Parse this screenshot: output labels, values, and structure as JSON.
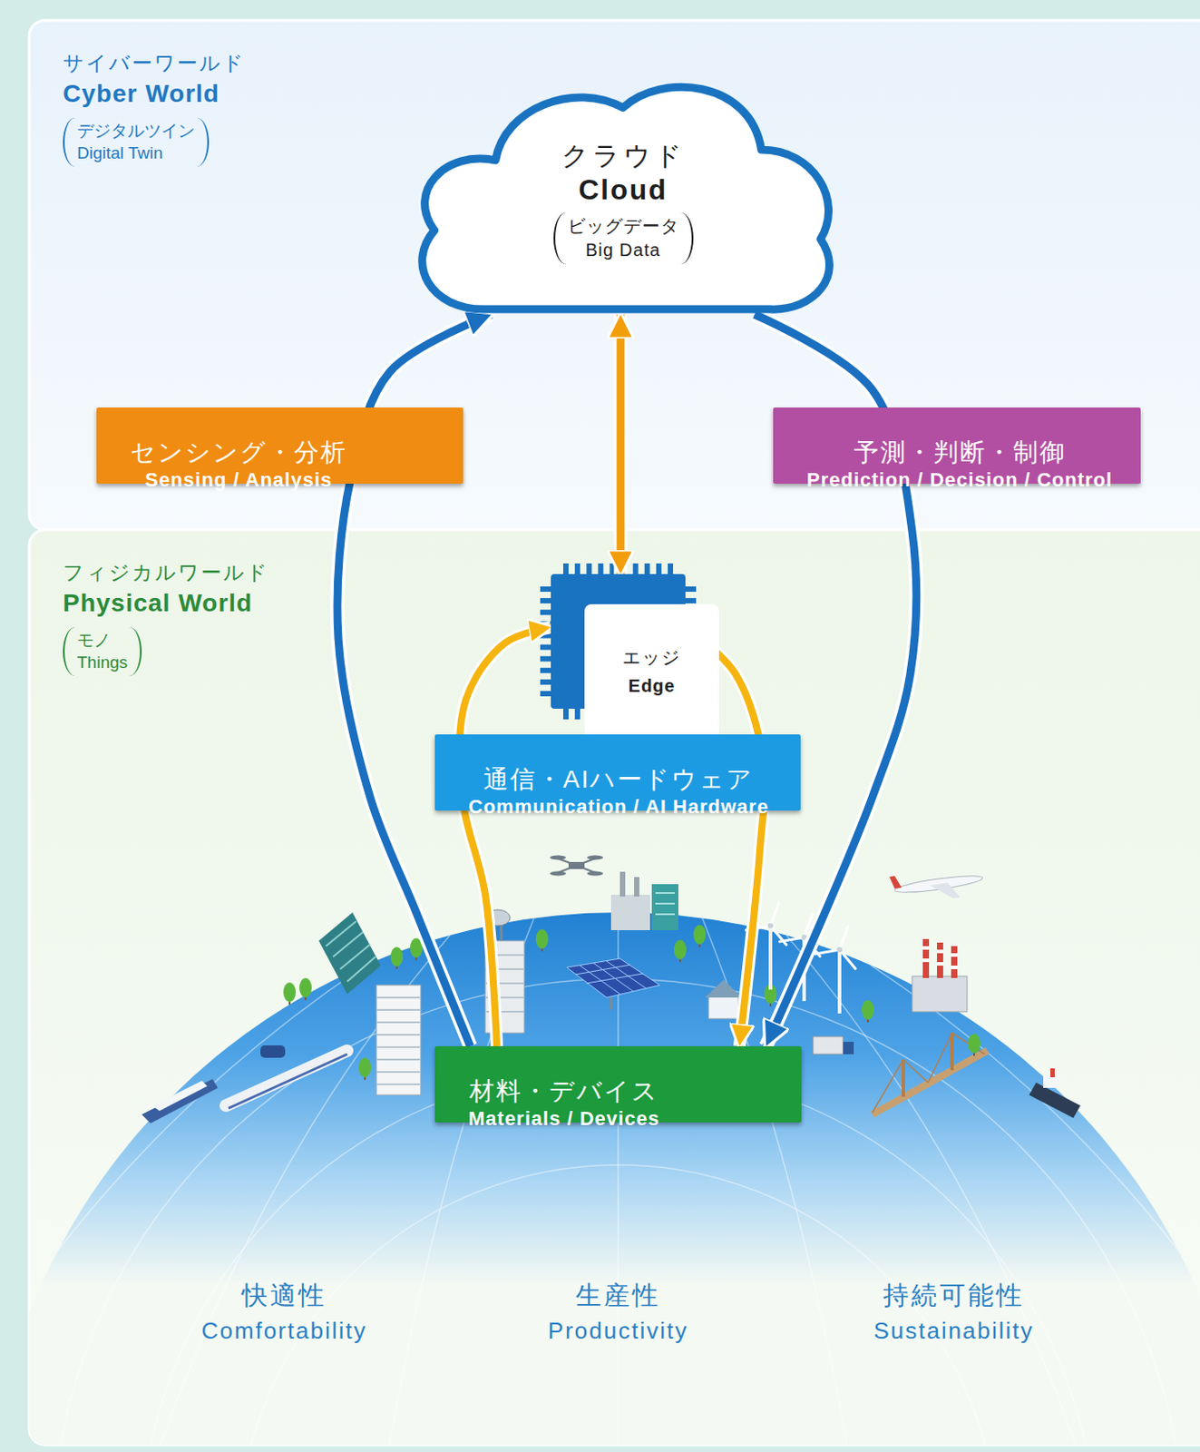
{
  "diagram": {
    "nodes": [
      {
        "text": [
          "サイバーワールド",
          "Cyber World",
          "デジタルツイン",
          "Digital Twin"
        ]
      },
      {
        "text": [
          "クラウド",
          "Cloud",
          "ビッグデータ",
          "Big Data"
        ],
        "in": 0
      },
      {
        "text": [
          "センシング・分析",
          "Sensing / Analysis"
        ],
        "in": 0
      },
      {
        "text": [
          "予測・判断・制御",
          "Prediction / Decision / Control"
        ],
        "in": 0
      },
      {
        "text": [
          "フィジカルワールド",
          "Physical World",
          "モノ",
          "Things"
        ]
      },
      {
        "text": [
          "エッジ",
          "Edge"
        ],
        "in": 4
      },
      {
        "text": [
          "通信・AIハードウェア",
          "Communication / AI Hardware"
        ],
        "in": 4
      },
      {
        "text": [
          "材料・デバイス",
          "Materials / Devices"
        ],
        "in": 4
      }
    ],
    "edges": [
      {
        "from": 7,
        "to": 1,
        "arrow": "to"
      },
      {
        "from": 1,
        "to": 7,
        "arrow": "to"
      },
      {
        "from": 1,
        "to": 5,
        "arrow": "both"
      },
      {
        "from": 7,
        "to": 5,
        "arrow": "to"
      },
      {
        "from": 5,
        "to": 7,
        "arrow": "to"
      }
    ],
    "labels": [
      "快適性",
      "Comfortability",
      "生産性",
      "Productivity",
      "持続可能性",
      "Sustainability"
    ]
  }
}
